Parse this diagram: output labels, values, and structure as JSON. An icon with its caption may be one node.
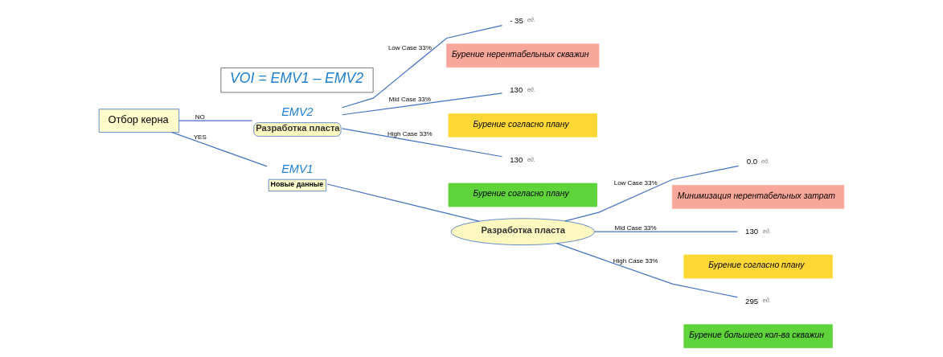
{
  "diagram": {
    "nodes": [
      {
        "text": [
          "Отбор керна"
        ]
      },
      {
        "text": [
          "VOI = EMV1 – EMV2"
        ]
      },
      {
        "text": [
          "Разработка пласта"
        ],
        "beside": [
          "EMV2"
        ]
      },
      {
        "text": [
          "Новые данные"
        ],
        "beside": [
          "EMV1"
        ]
      },
      {
        "text": [
          "Разработка пласта"
        ]
      },
      {
        "text": [
          "- 35"
        ],
        "beside": [
          "ед."
        ]
      },
      {
        "text": [
          "Бурение нерентабельных скважин"
        ]
      },
      {
        "text": [
          "130"
        ],
        "beside": [
          "ед."
        ]
      },
      {
        "text": [
          "Бурение согласно плану"
        ]
      },
      {
        "text": [
          "130"
        ],
        "beside": [
          "ед."
        ]
      },
      {
        "text": [
          "Бурение согласно плану"
        ]
      },
      {
        "text": [
          "0.0"
        ],
        "beside": [
          "ед."
        ]
      },
      {
        "text": [
          "Минимизация нерентабельных затрат"
        ]
      },
      {
        "text": [
          "130"
        ],
        "beside": [
          "ед."
        ]
      },
      {
        "text": [
          "Бурение согласно плану"
        ]
      },
      {
        "text": [
          "295"
        ],
        "beside": [
          "ед."
        ]
      },
      {
        "text": [
          "Бурение большего кол-ва скважин"
        ]
      }
    ],
    "edges": [
      {
        "from": 0,
        "to": 2,
        "arrow": "none",
        "label": "NO"
      },
      {
        "from": 0,
        "to": 3,
        "arrow": "none",
        "label": "YES"
      },
      {
        "from": 3,
        "to": 4,
        "arrow": "none"
      },
      {
        "from": 2,
        "to": 5,
        "arrow": "none",
        "label": "Low Case 33%"
      },
      {
        "from": 2,
        "to": 7,
        "arrow": "none",
        "label": "Mid Case 33%"
      },
      {
        "from": 2,
        "to": 9,
        "arrow": "none",
        "label": "High Case 33%"
      },
      {
        "from": 4,
        "to": 11,
        "arrow": "none",
        "label": "Low Case 33%"
      },
      {
        "from": 4,
        "to": 13,
        "arrow": "none",
        "label": "Mid Case 33%"
      },
      {
        "from": 4,
        "to": 15,
        "arrow": "none",
        "label": "High Case 33%"
      }
    ]
  }
}
